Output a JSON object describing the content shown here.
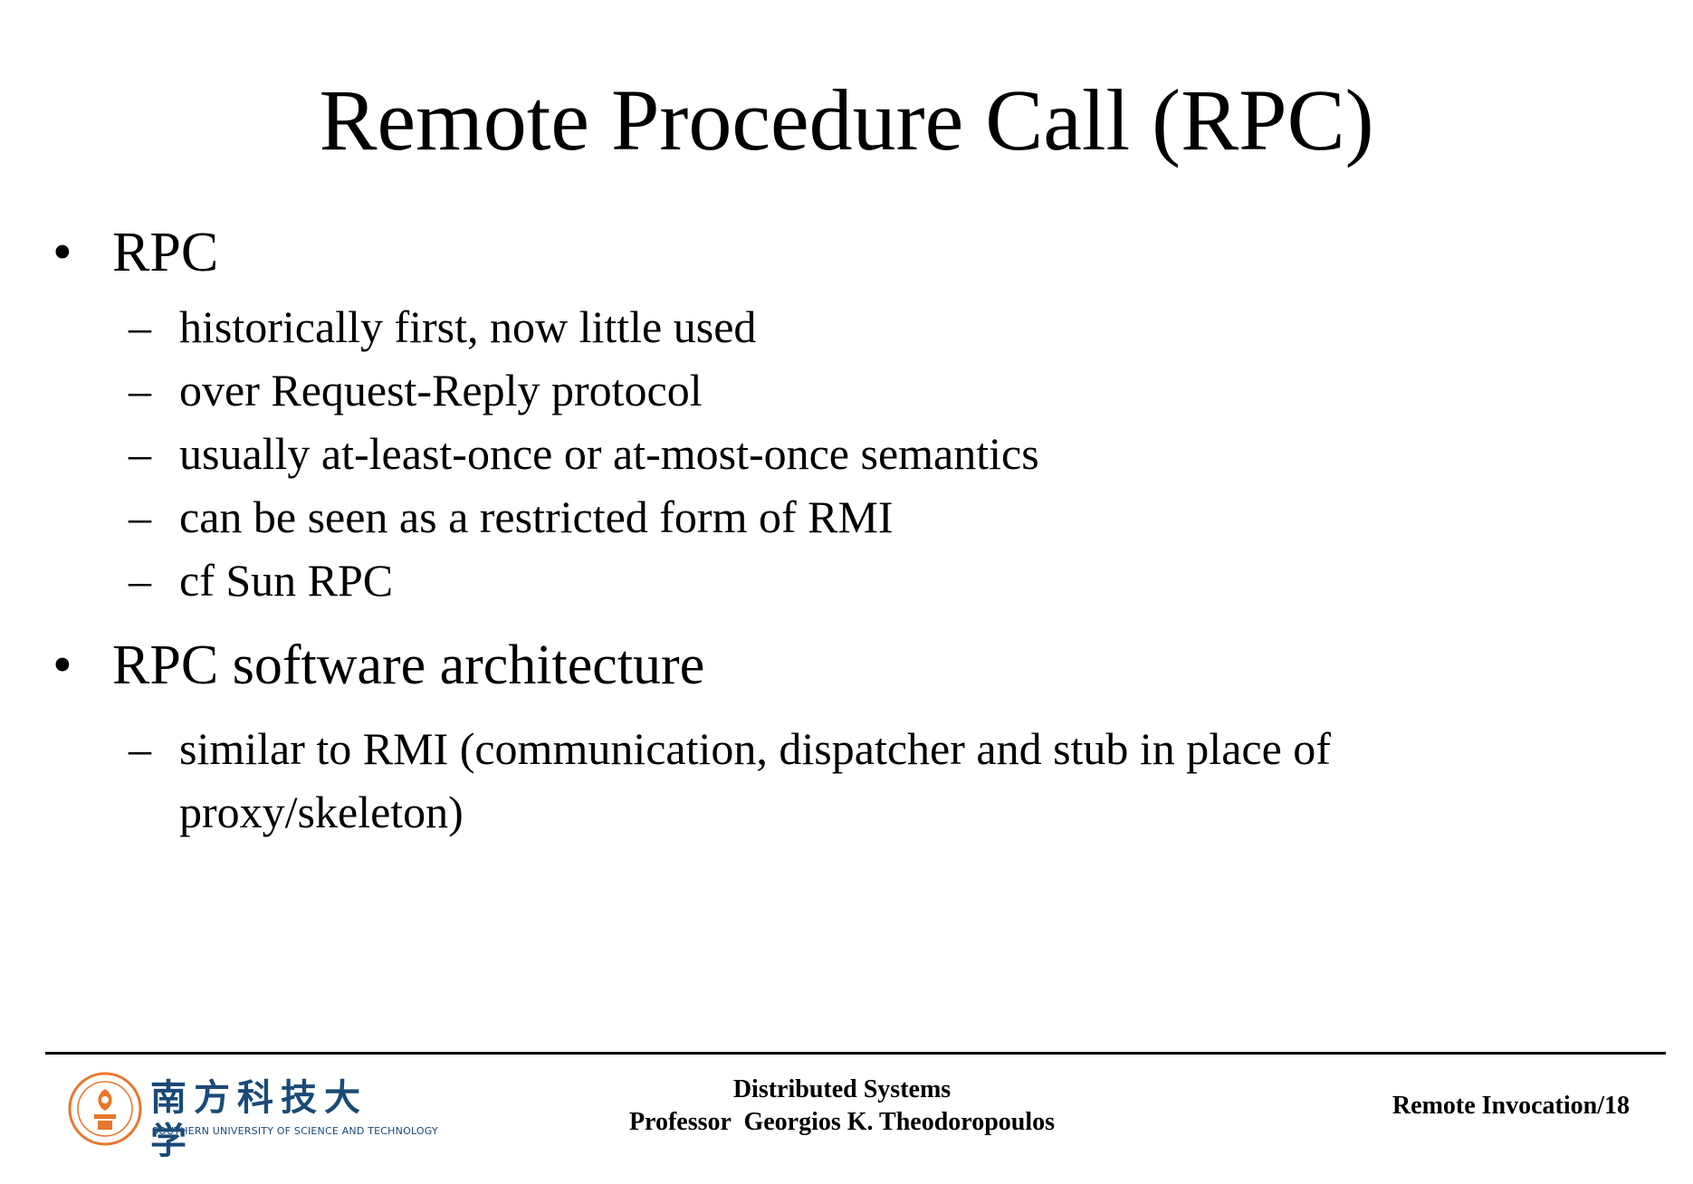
{
  "slide": {
    "title": "Remote Procedure Call (RPC)",
    "bullets": [
      {
        "text": "RPC",
        "subs": [
          "historically first, now little used",
          "over Request-Reply protocol",
          "usually at-least-once or at-most-once semantics",
          "can be seen as a restricted form of RMI",
          "cf Sun RPC"
        ]
      },
      {
        "text": "RPC software architecture",
        "subs": [
          "similar to RMI (communication, dispatcher and stub in place of proxy/skeleton)"
        ]
      }
    ],
    "bullet_mark": "•",
    "sub_mark": "–"
  },
  "footer": {
    "course": "Distributed Systems",
    "professor": "Professor  Georgios K. Theodoropoulos",
    "page": "Remote Invocation/18",
    "logo_cn": "南方科技大学",
    "logo_en": "SOUTHERN UNIVERSITY OF SCIENCE AND TECHNOLOGY"
  },
  "colors": {
    "logo_orange": "#e8762c",
    "logo_blue": "#1a4a78"
  }
}
